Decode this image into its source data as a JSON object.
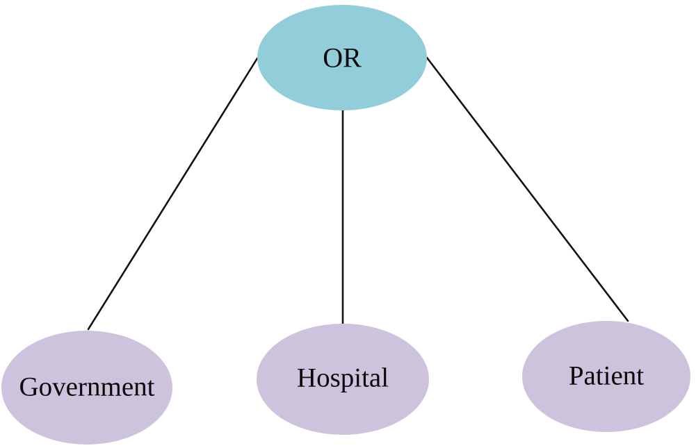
{
  "figure": {
    "type": "tree-diagram",
    "background": "#ffffff",
    "text_color": "#0a0a0a",
    "edge_color": "#111111",
    "nodes": {
      "root": {
        "label": "OR",
        "fill": "#92cdda",
        "shape": "ellipse"
      },
      "government": {
        "label": "Government",
        "fill": "#cdc3dc",
        "shape": "ellipse"
      },
      "hospital": {
        "label": "Hospital",
        "fill": "#cdc3dc",
        "shape": "ellipse"
      },
      "patient": {
        "label": "Patient",
        "fill": "#cdc3dc",
        "shape": "ellipse"
      }
    },
    "edges": [
      {
        "from": "OR",
        "to": "Government"
      },
      {
        "from": "OR",
        "to": "Hospital"
      },
      {
        "from": "OR",
        "to": "Patient"
      }
    ]
  }
}
